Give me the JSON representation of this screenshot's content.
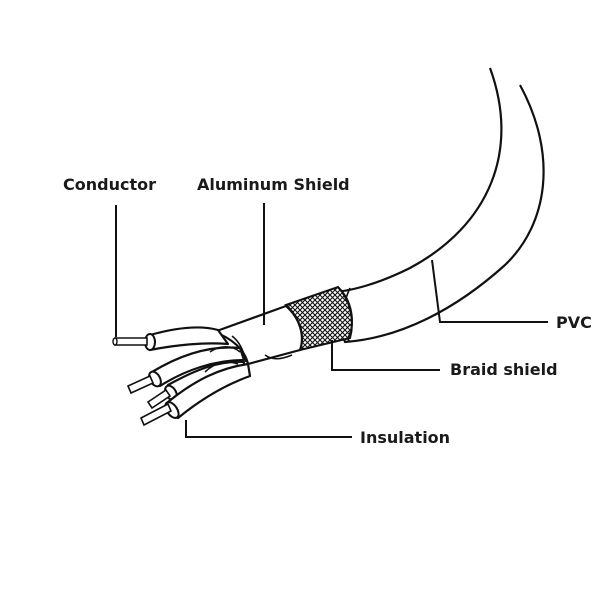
{
  "labels": {
    "conductor": "Conductor",
    "aluminum_shield": "Aluminum Shield",
    "pvc": "PVC",
    "braid_shield": "Braid shield",
    "insulation": "Insulation"
  },
  "colors": {
    "ink": "#111111",
    "background": "#ffffff"
  }
}
